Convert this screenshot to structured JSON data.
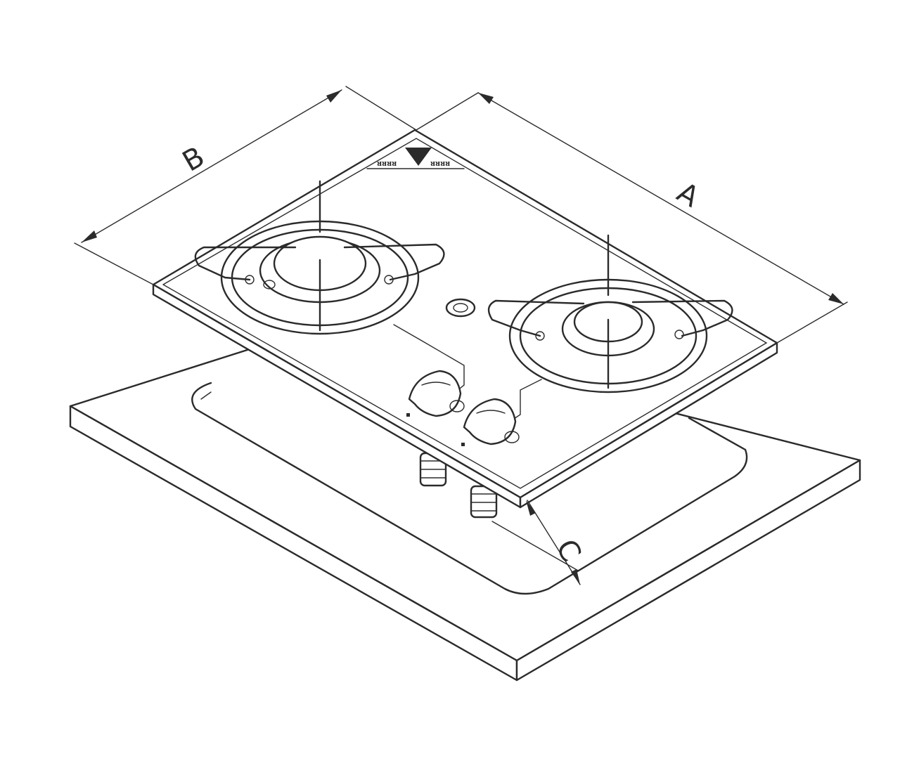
{
  "dimensions": {
    "a_label": "A",
    "b_label": "B",
    "c_label": "C"
  },
  "logo": {
    "left_text": "ᴚᴚᴚᴚ",
    "right_text": "ᴚᴚᴚᴚ"
  },
  "colors": {
    "line": "#2b2b2b",
    "background": "#ffffff"
  }
}
